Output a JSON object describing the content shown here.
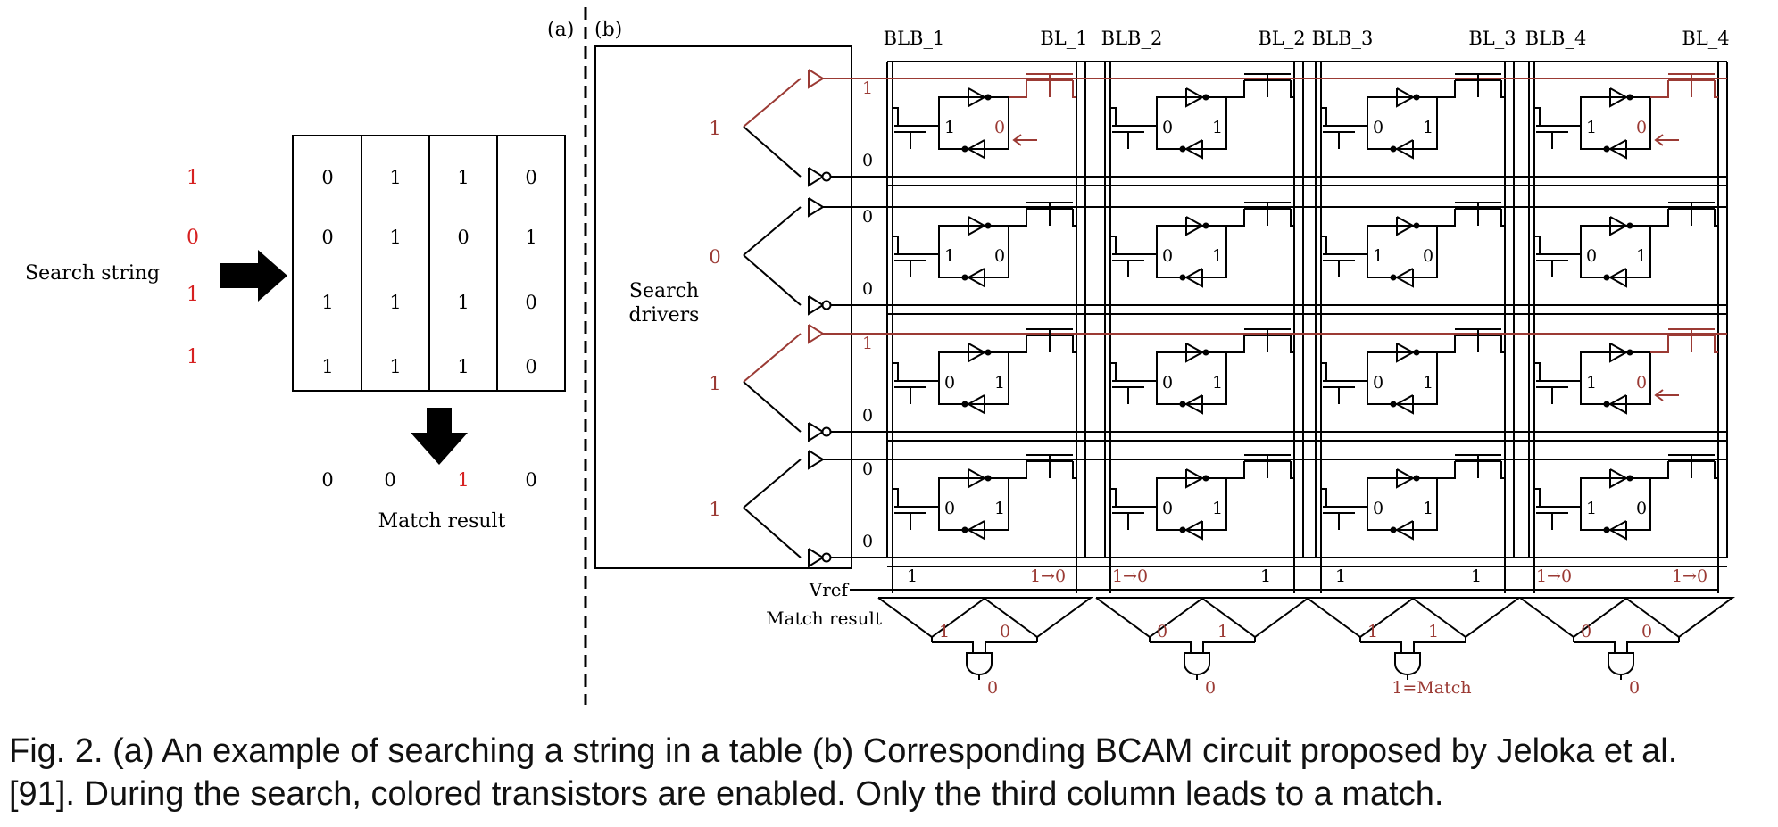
{
  "colors": {
    "active": "#9b3a34",
    "ink": "#000000",
    "red_text": "#d62020"
  },
  "panel_a": {
    "label": "(a)",
    "search_label": "Search string",
    "search_bits": [
      "1",
      "0",
      "1",
      "1"
    ],
    "table": [
      [
        "0",
        "1",
        "1",
        "0"
      ],
      [
        "0",
        "1",
        "0",
        "1"
      ],
      [
        "1",
        "1",
        "1",
        "0"
      ],
      [
        "1",
        "1",
        "1",
        "0"
      ]
    ],
    "match_values": [
      "0",
      "0",
      "1",
      "0"
    ],
    "match_label": "Match result"
  },
  "panel_b": {
    "label": "(b)",
    "drivers_label": [
      "Search",
      "drivers"
    ],
    "column_labels": [
      [
        "BLB_1",
        "BL_1"
      ],
      [
        "BLB_2",
        "BL_2"
      ],
      [
        "BLB_3",
        "BL_3"
      ],
      [
        "BLB_4",
        "BL_4"
      ]
    ],
    "row_inputs": [
      "1",
      "0",
      "1",
      "1"
    ],
    "row_line_values": [
      [
        "1",
        "0"
      ],
      [
        "0",
        "0"
      ],
      [
        "1",
        "0"
      ],
      [
        "0",
        "0"
      ]
    ],
    "cells": [
      [
        [
          "1",
          "0"
        ],
        [
          "0",
          "1"
        ],
        [
          "0",
          "1"
        ],
        [
          "1",
          "0"
        ]
      ],
      [
        [
          "1",
          "0"
        ],
        [
          "0",
          "1"
        ],
        [
          "1",
          "0"
        ],
        [
          "0",
          "1"
        ]
      ],
      [
        [
          "0",
          "1"
        ],
        [
          "0",
          "1"
        ],
        [
          "0",
          "1"
        ],
        [
          "1",
          "0"
        ]
      ],
      [
        [
          "0",
          "1"
        ],
        [
          "0",
          "1"
        ],
        [
          "0",
          "1"
        ],
        [
          "1",
          "0"
        ]
      ]
    ],
    "vref_label": "Vref",
    "match_label": "Match result",
    "bitline_values": [
      [
        "1",
        "1→0"
      ],
      [
        "1→0",
        "1"
      ],
      [
        "1",
        "1"
      ],
      [
        "1→0",
        "1→0"
      ]
    ],
    "amp_outputs": [
      [
        "1",
        "0"
      ],
      [
        "0",
        "1"
      ],
      [
        "1",
        "1"
      ],
      [
        "0",
        "0"
      ]
    ],
    "final_outputs": [
      "0",
      "0",
      "1=Match",
      "0"
    ]
  },
  "caption": [
    "Fig. 2.  (a) An example of searching a string in a table (b) Corresponding BCAM circuit proposed by Jeloka et al.",
    "[91]. During the search, colored transistors are enabled. Only the third column leads to a match."
  ]
}
